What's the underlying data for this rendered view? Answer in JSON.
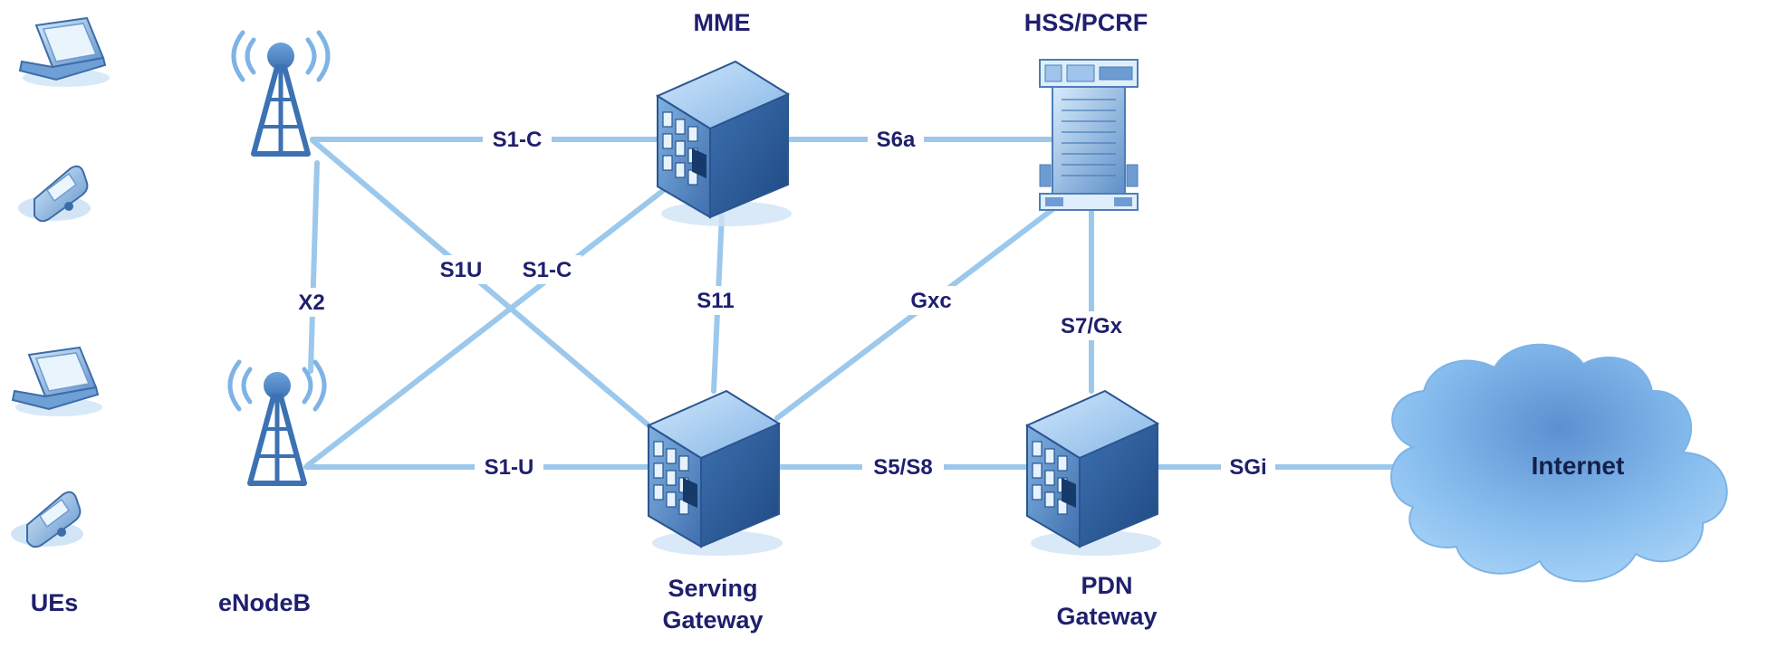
{
  "nodes": {
    "ues": "UEs",
    "enodeb": "eNodeB",
    "mme": "MME",
    "hss_pcrf": "HSS/PCRF",
    "serving_gateway": [
      "Serving",
      "Gateway"
    ],
    "pdn_gateway": [
      "PDN",
      "Gateway"
    ],
    "internet": "Internet"
  },
  "interfaces": {
    "s1c_top": "S1-C",
    "s6a": "S6a",
    "s1u_diag": "S1U",
    "s1c_diag": "S1-C",
    "x2": "X2",
    "s11": "S11",
    "gxc": "Gxc",
    "s7gx": "S7/Gx",
    "s1u_bottom": "S1-U",
    "s5s8": "S5/S8",
    "sgi": "SGi"
  },
  "colors": {
    "link": "#9cc8ec",
    "server_front": "#5b8cc6",
    "server_side": "#2f5f9b",
    "server_top": "#a9cdf0",
    "tower": "#4a86c5",
    "cloud": "#8fc2ee",
    "label": "#1f1f6e"
  }
}
